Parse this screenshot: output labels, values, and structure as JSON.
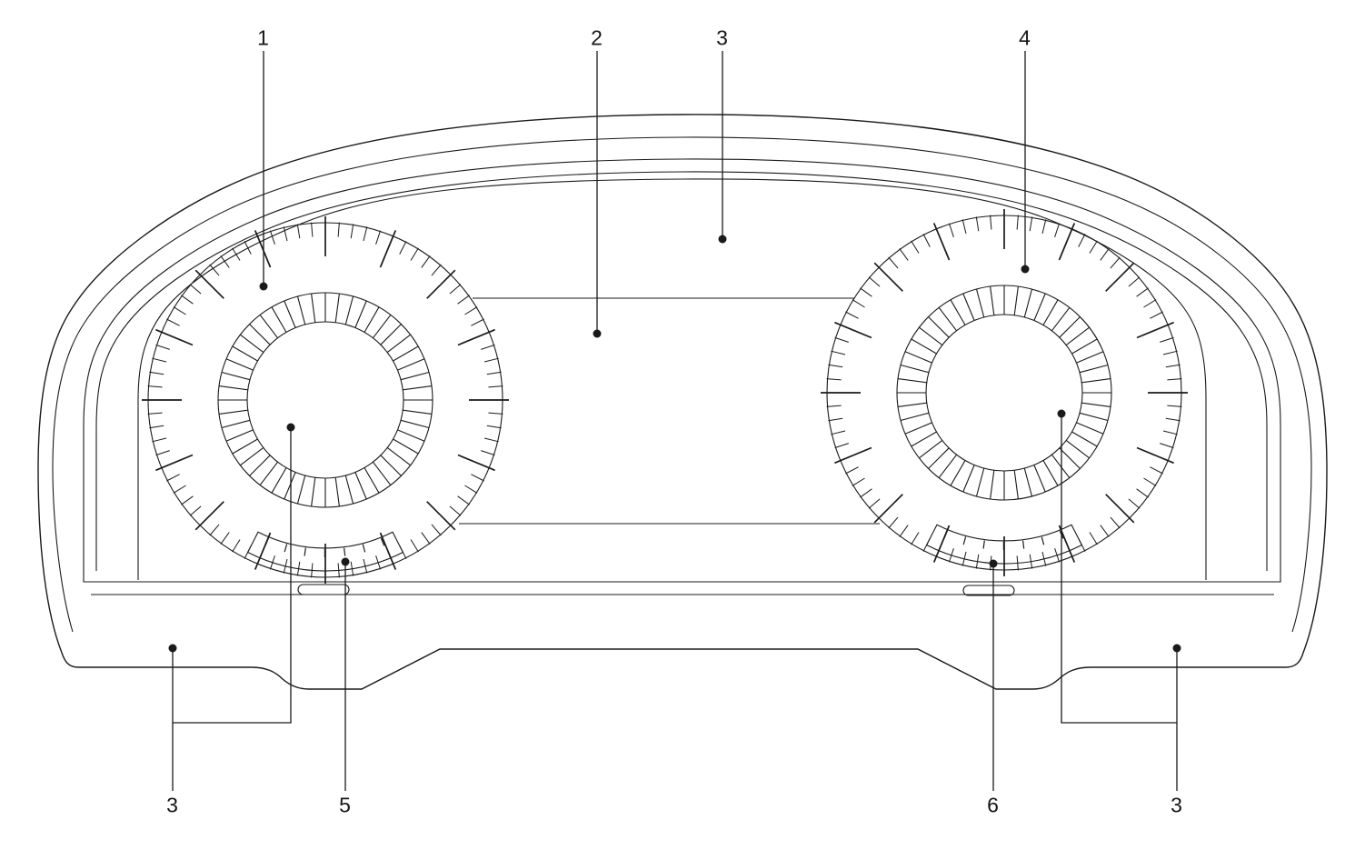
{
  "diagram": {
    "type": "instrument-cluster-callout-diagram",
    "background": "#ffffff",
    "line_color": "#1a1a1a",
    "callouts": [
      {
        "key": "left-gauge-dial",
        "label": "1"
      },
      {
        "key": "center-display-area",
        "label": "2"
      },
      {
        "key": "display-screen-top",
        "label": "3"
      },
      {
        "key": "right-gauge-dial",
        "label": "4"
      },
      {
        "key": "left-sub-display",
        "label": "5"
      },
      {
        "key": "right-sub-display",
        "label": "6"
      },
      {
        "key": "display-screen-bottom-left",
        "label": "3"
      },
      {
        "key": "display-screen-bottom-right",
        "label": "3"
      }
    ]
  }
}
